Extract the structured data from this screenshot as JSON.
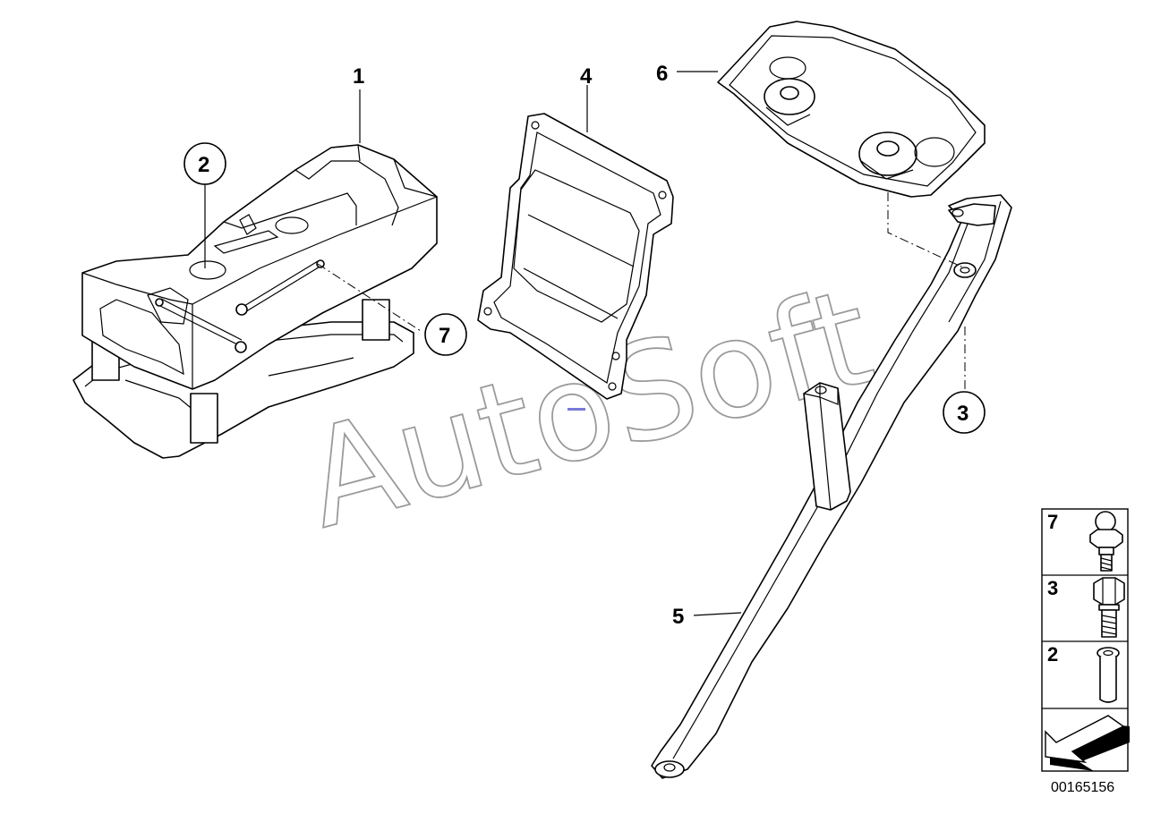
{
  "watermark": "AutoSoft",
  "callouts": {
    "part1": "1",
    "part2": "2",
    "part3": "3",
    "part4": "4",
    "part5": "5",
    "part6": "6",
    "part7": "7"
  },
  "legend": {
    "items": [
      "7",
      "3",
      "2"
    ]
  },
  "diagram_code": "00165156"
}
